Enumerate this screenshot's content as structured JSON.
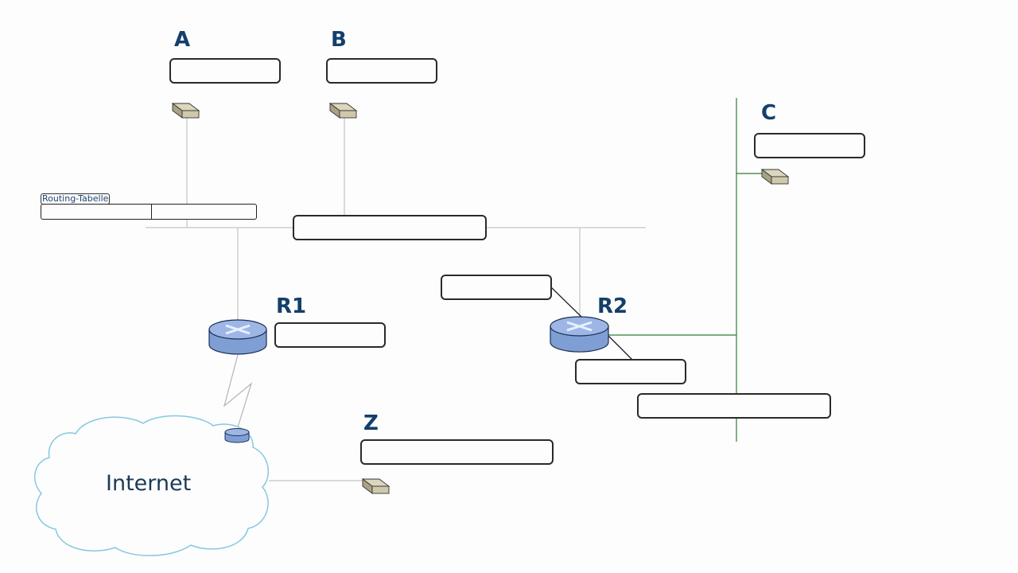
{
  "diagram": {
    "nodes": {
      "host_a": {
        "label": "A"
      },
      "host_b": {
        "label": "B"
      },
      "host_c": {
        "label": "C"
      },
      "host_z": {
        "label": "Z"
      },
      "router_r1": {
        "label": "R1"
      },
      "router_r2": {
        "label": "R2"
      },
      "internet": {
        "label": "Internet"
      }
    },
    "routing_table": {
      "caption": "Routing-Tabelle",
      "columns": 2
    },
    "colors": {
      "label": "#143f6a",
      "lan_line": "#c0c0c0",
      "green_lan": "#2e7d32",
      "router_fill": "#7f9fd4",
      "host_fill": "#cfc8aa",
      "cloud_stroke": "#86c8e0"
    }
  }
}
